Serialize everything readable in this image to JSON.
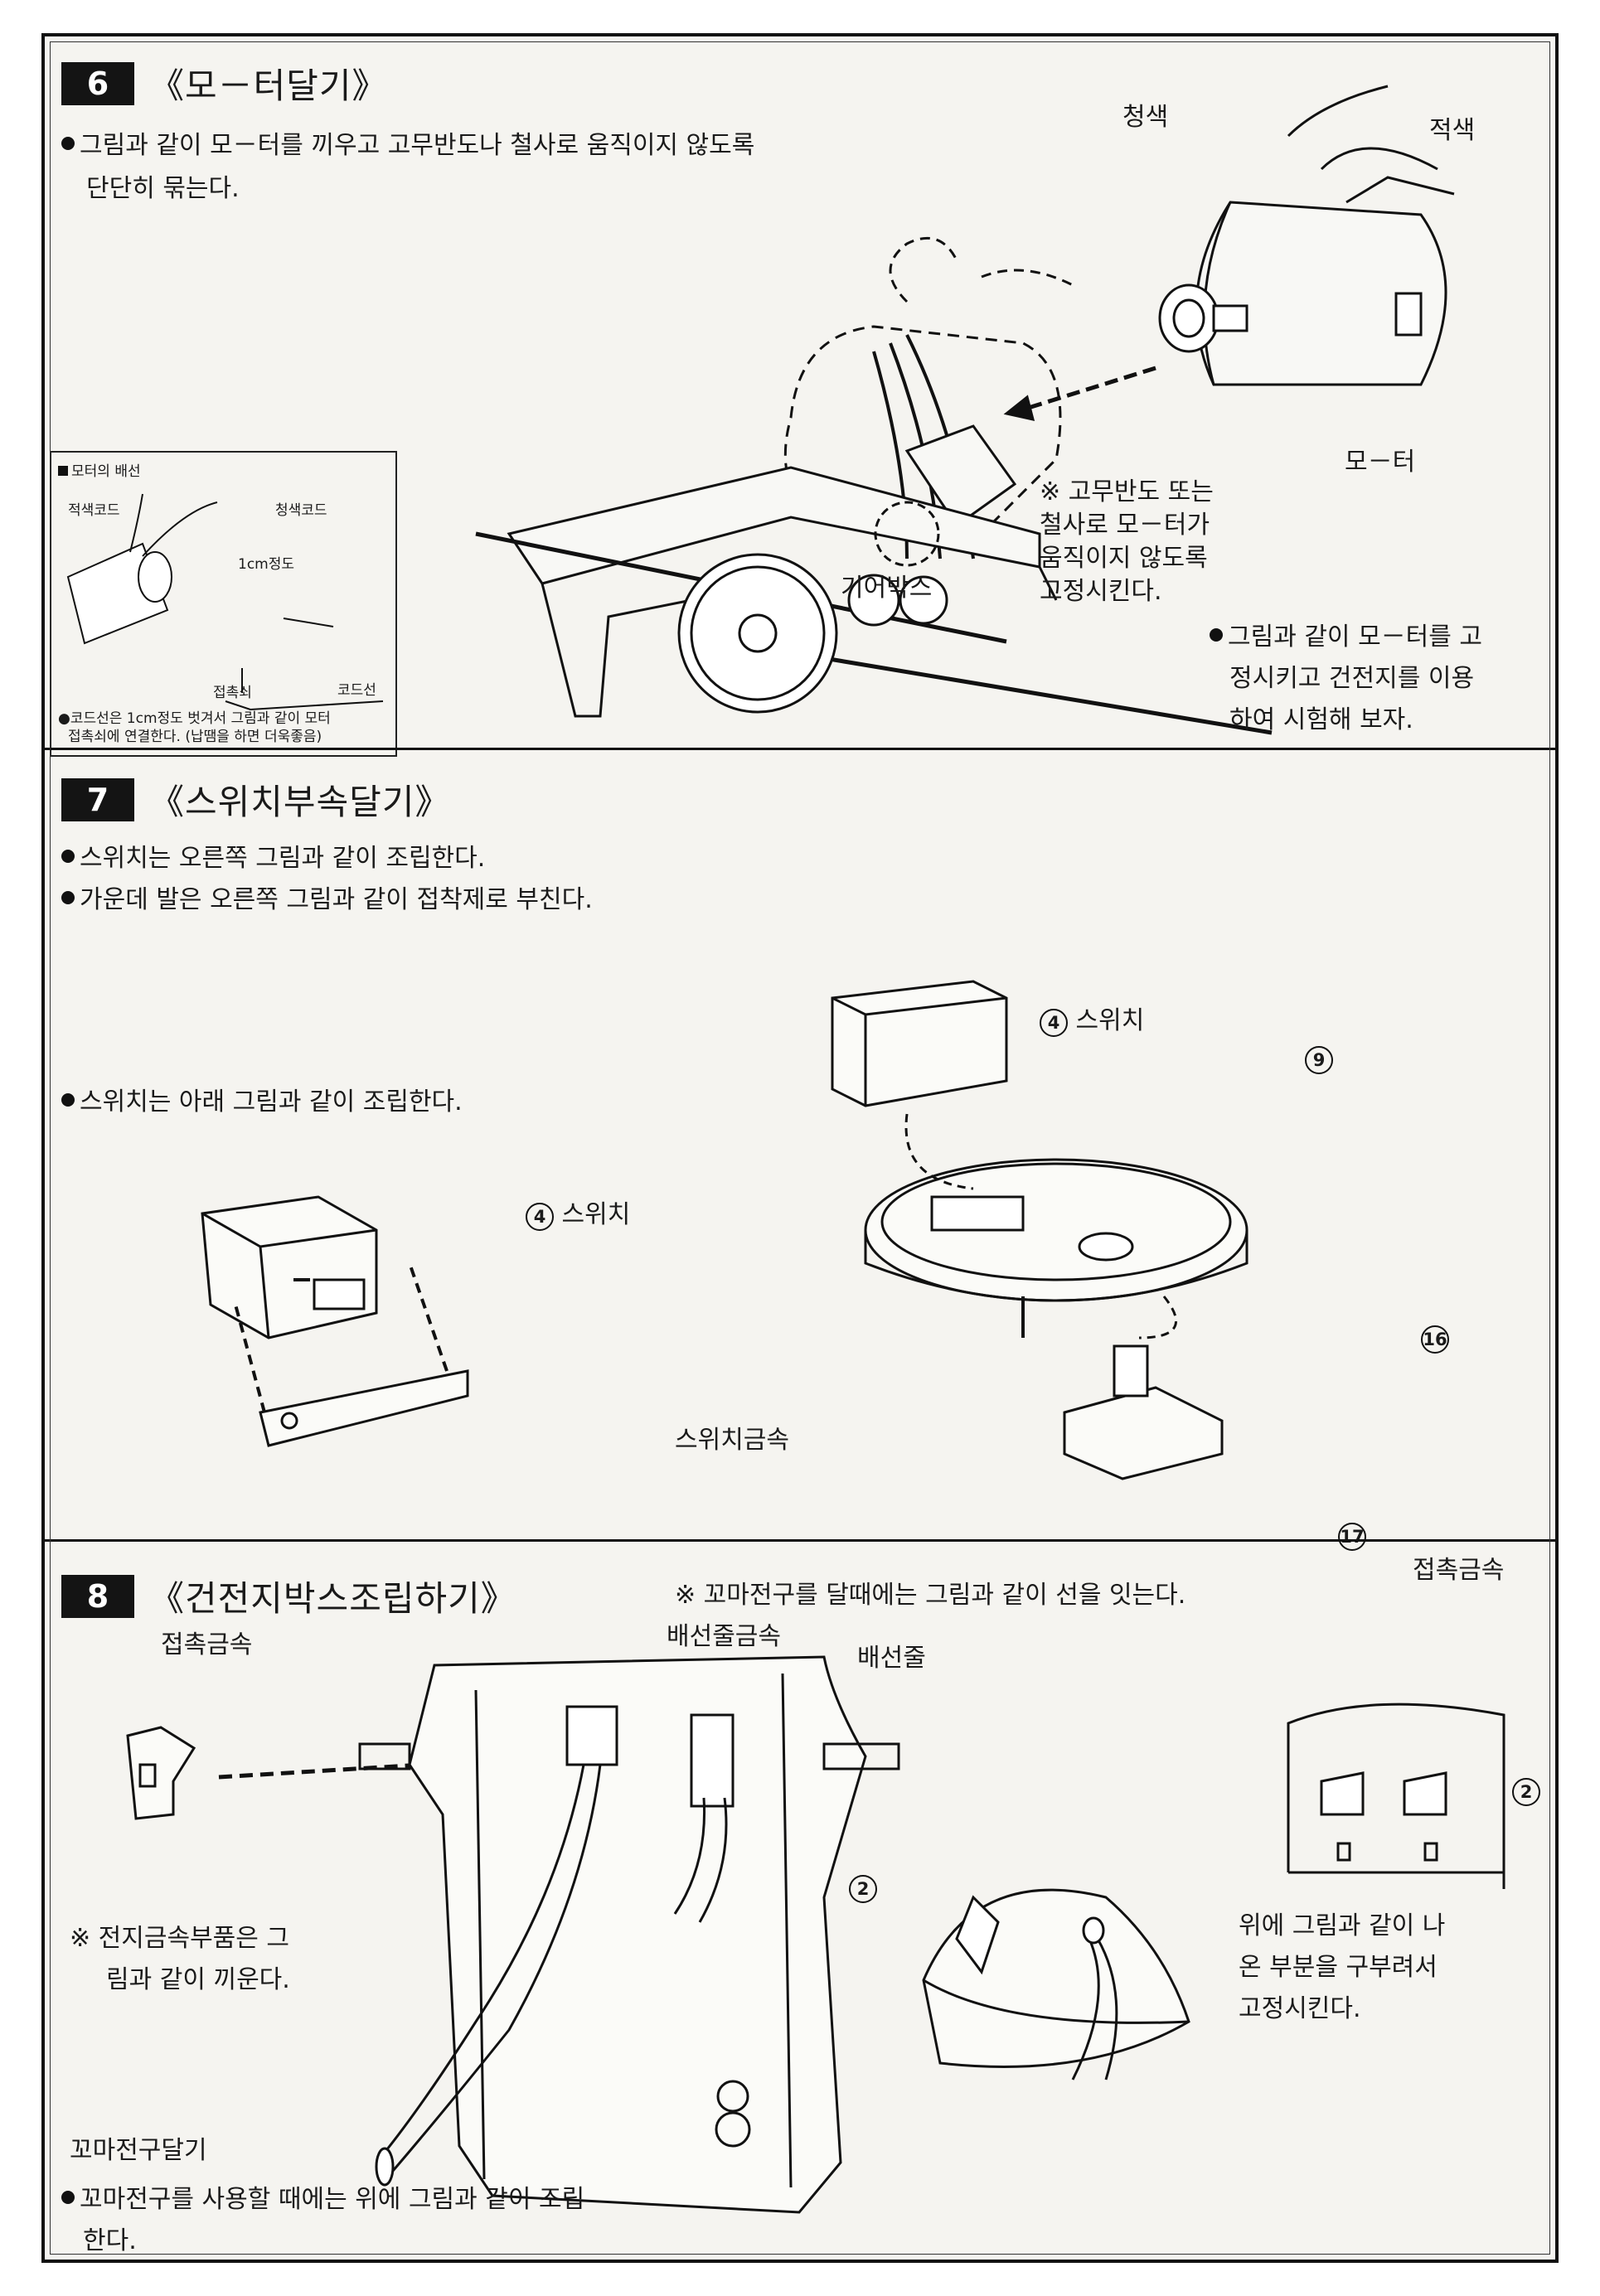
{
  "sections": [
    {
      "number": "6",
      "title": "《모－터달기》",
      "instructions": [
        "그림과 같이 모－터를 끼우고 고무반도나 철사로 움직이지 않도록",
        "단단히 묶는다."
      ],
      "labels": {
        "blue": "청색",
        "red": "적색",
        "motor": "모－터",
        "gearbox": "기어박스",
        "note": [
          "※ 고무반도 또는",
          "철사로 모－터가",
          "움직이지 않도록",
          "고정시킨다."
        ],
        "test": [
          "그림과 같이 모－터를 고",
          "정시키고 건전지를 이용",
          "하여 시험해 보자."
        ]
      },
      "inset": {
        "title": "모터의 배선",
        "red_cord": "적색코드",
        "blue_cord": "청색코드",
        "length": "1cm정도",
        "contact": "접촉쇠",
        "cord": "코드선",
        "note": [
          "●코드선은 1cm정도 벗겨서 그림과 같이 모터",
          "접촉쇠에 연결한다. (납땜을 하면 더욱좋음)"
        ]
      }
    },
    {
      "number": "7",
      "title": "《스위치부속달기》",
      "instructions": [
        "스위치는 오른쪽 그림과 같이 조립한다.",
        "가운데 발은 오른쪽 그림과 같이 접착제로 부친다."
      ],
      "instruction_left": "스위치는 아래 그림과 같이 조립한다.",
      "labels": {
        "switch_num": "4",
        "switch": "스위치",
        "switch_metal": "스위치금속",
        "part9": "9",
        "part16": "16",
        "part17": "17"
      }
    },
    {
      "number": "8",
      "title": "《건전지박스조립하기》",
      "bulb_note": "※ 꼬마전구를 달때에는 그림과 같이 선을 잇는다.",
      "labels": {
        "contact_metal": "접촉금속",
        "wire_metal": "배선줄금속",
        "wire": "배선줄",
        "part2": "2",
        "contact_metal_r": "접촉금속",
        "part2_r": "2",
        "insert_note": [
          "※ 전지금속부품은 그",
          "림과 같이 끼운다."
        ],
        "bend_note": [
          "위에 그림과 같이 나",
          "온 부분을 구부려서",
          "고정시킨다."
        ],
        "bulb_title": "꼬마전구달기",
        "bulb_instr": [
          "꼬마전구를 사용할 때에는 위에 그림과 같이 조립",
          "한다."
        ]
      }
    }
  ]
}
